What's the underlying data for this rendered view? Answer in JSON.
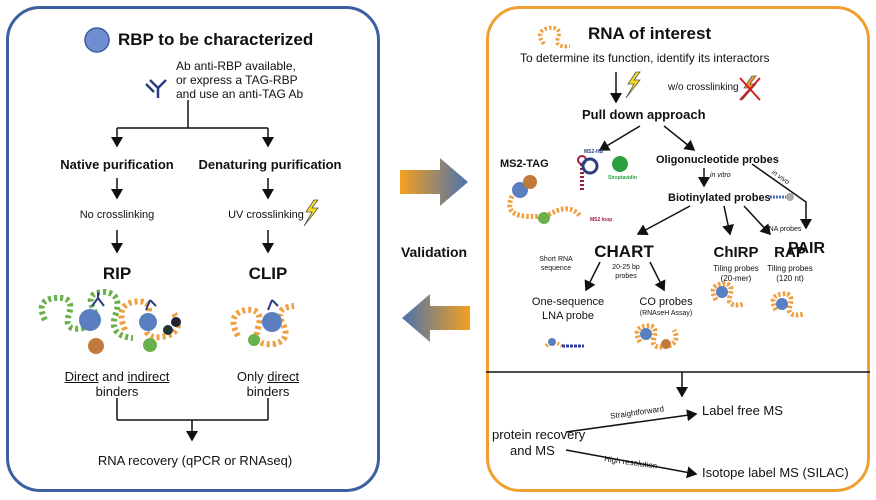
{
  "left_panel": {
    "title": "RBP to be characterized",
    "antibody_text": [
      "Ab anti-RBP available,",
      "or express a TAG-RBP",
      "and use an anti-TAG Ab"
    ],
    "native_purification": "Native purification",
    "denaturing_purification": "Denaturing purification",
    "no_crosslinking": "No crosslinking",
    "uv_crosslinking": "UV crosslinking",
    "rip": "RIP",
    "clip": "CLIP",
    "rip_binders": {
      "direct": "Direct",
      "and": " and ",
      "indirect": "indirect",
      "line2": "binders"
    },
    "clip_binders": {
      "only": "Only ",
      "direct": "direct",
      "line2": "binders"
    },
    "recovery": "RNA recovery (qPCR or RNAseq)"
  },
  "middle": {
    "validation": "Validation"
  },
  "right_panel": {
    "title": "RNA of interest",
    "subtitle": "To determine its function, identify its interactors",
    "wo_crosslinking": "w/o crosslinking",
    "pull_down": "Pull down approach",
    "ms2_tag": "MS2-TAG",
    "ms2_hb": "MS2-HB",
    "streptavidin": "Streptavidin",
    "ms2_loop": "MS2 loop",
    "oligo_probes": "Oligonucleotide probes",
    "in_vitro": "in vitro",
    "in_vivo": "in vivo",
    "biotinylated": "Biotinylated probes",
    "pna_probes": "PNA probes",
    "pair": "PAIR",
    "chart": "CHART",
    "chart_probes": [
      "20-25 bp",
      "probes"
    ],
    "short_rna": [
      "Short RNA",
      "sequence"
    ],
    "chirp": "ChIRP",
    "chirp_sub": [
      "Tiling probes",
      "(20-mer)"
    ],
    "rap": "RAP",
    "rap_sub": [
      "Tiling probes",
      "(120 nt)"
    ],
    "one_seq": [
      "One-sequence",
      "LNA probe"
    ],
    "co_probes": "CO probes",
    "rnaseh": "(RNAseH Assay)",
    "protein_recovery": [
      "protein recovery",
      "and MS"
    ],
    "straightforward": "Straightforward",
    "label_free": "Label free MS",
    "high_resolution": "High resolution",
    "isotope": "Isotope label MS (SILAC)"
  },
  "colors": {
    "left_border": "#3c5fa0",
    "right_border": "#f0a030",
    "arrow_blue": "#4a72b0",
    "arrow_orange": "#f5a020",
    "rna_orange": "#f0a040",
    "rna_green": "#6ab04c",
    "protein_blue": "#5a7fc0",
    "lightning": "#f5e020"
  }
}
